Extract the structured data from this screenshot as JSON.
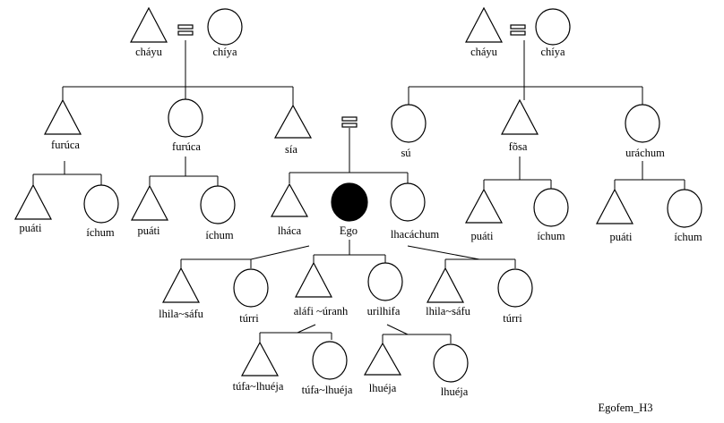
{
  "diagram_id": "Egofem_H3",
  "grandparents_left": {
    "male": "cháyu",
    "female": "chíya"
  },
  "grandparents_right": {
    "male": "cháyu",
    "female": "chíya"
  },
  "left_siblings": {
    "uncle": "furúca",
    "aunt": "furúca",
    "father": "sía"
  },
  "right_siblings": {
    "mother": "sú",
    "uncle": "fõsa",
    "aunt": "uráchum"
  },
  "cousins_1": {
    "male": "puáti",
    "female": "íchum"
  },
  "cousins_2": {
    "male": "puáti",
    "female": "íchum"
  },
  "cousins_3": {
    "male": "puáti",
    "female": "íchum"
  },
  "cousins_4": {
    "male": "puáti",
    "female": "íchum"
  },
  "ego_generation": {
    "brother": "lháca",
    "ego": "Ego",
    "sister": "lhacáchum"
  },
  "nephews_left": {
    "male": "lhila~sáfu",
    "female": "túrri"
  },
  "children": {
    "son": "aláfi ~úranh",
    "daughter": "urilhifa"
  },
  "nephews_right": {
    "male": "lhila~sáfu",
    "female": "túrri"
  },
  "grandchildren_son": {
    "male": "túfa~lhuéja",
    "female": "túfa~lhuéja"
  },
  "grandchildren_daughter": {
    "male": "lhuéja",
    "female": "lhuéja"
  }
}
